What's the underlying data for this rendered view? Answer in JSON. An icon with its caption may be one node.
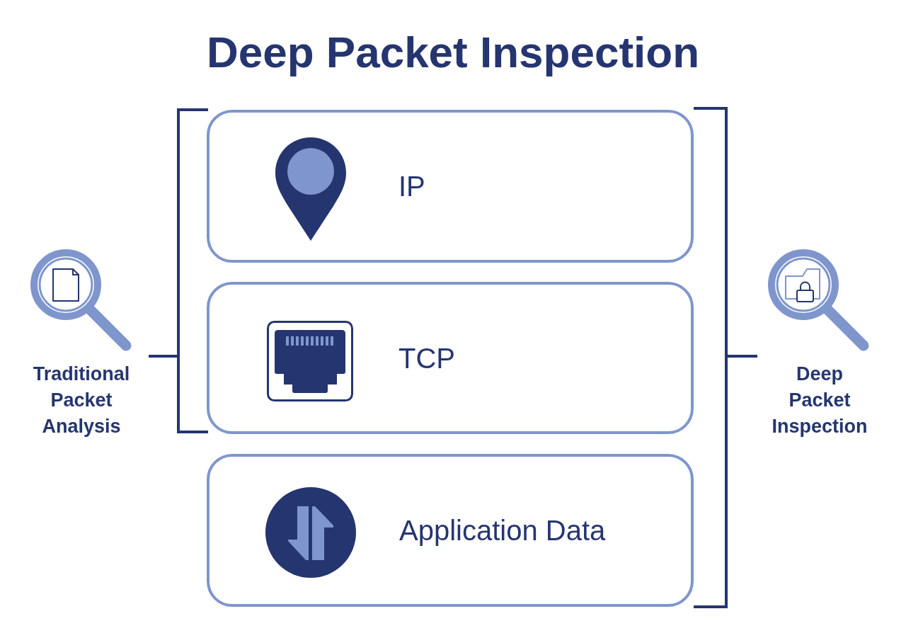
{
  "diagram": {
    "title": "Deep Packet Inspection",
    "nodes": [
      {
        "text": [
          "IP"
        ]
      },
      {
        "text": [
          "TCP"
        ]
      },
      {
        "text": [
          "Application Data"
        ]
      }
    ],
    "labels": [
      "Traditional Packet Analysis",
      "Deep Packet Inspection"
    ]
  }
}
